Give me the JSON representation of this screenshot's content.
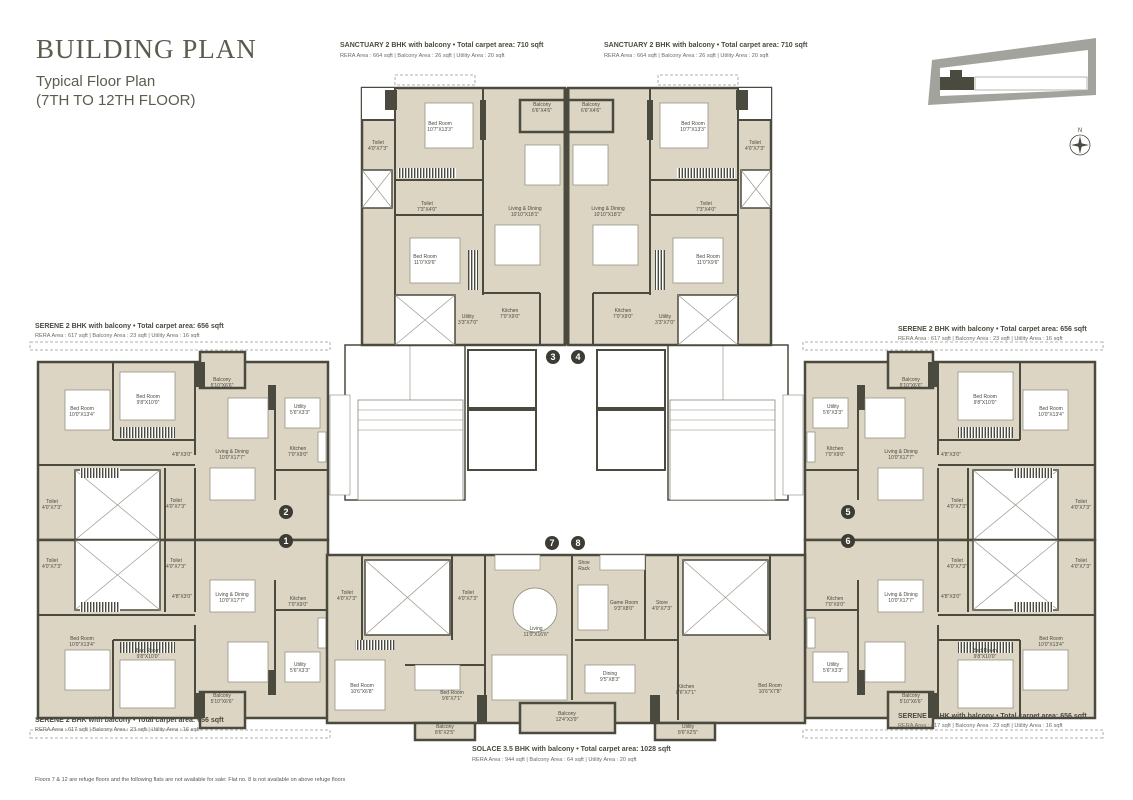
{
  "header": {
    "title": "BUILDING PLAN",
    "subtitle_line1": "Typical Floor Plan",
    "subtitle_line2": "(7TH TO 12TH FLOOR)"
  },
  "units": {
    "sanctuary_left": {
      "caption": "SANCTUARY 2 BHK with balcony • Total carpet area: 710 sqft",
      "rera": "RERA Area : 664 sqft | Balcony Area : 26 sqft | Utility Area : 20 sqft"
    },
    "sanctuary_right": {
      "caption": "SANCTUARY 2 BHK with balcony • Total carpet area: 710 sqft",
      "rera": "RERA Area : 664 sqft | Balcony Area : 26 sqft | Utility Area : 20 sqft"
    },
    "serene_top_left": {
      "caption": "SERENE 2 BHK with balcony • Total carpet area: 656 sqft",
      "rera": "RERA Area : 617 sqft | Balcony Area : 23 sqft | Utility Area : 16 sqft"
    },
    "serene_top_right": {
      "caption": "SERENE 2 BHK with balcony • Total carpet area: 656 sqft",
      "rera": "RERA Area : 617 sqft | Balcony Area : 23 sqft | Utility Area : 16 sqft"
    },
    "serene_bottom_left": {
      "caption": "SERENE 2 BHK with balcony • Total carpet area: 656 sqft",
      "rera": "RERA Area : 617 sqft | Balcony Area : 23 sqft | Utility Area : 16 sqft"
    },
    "serene_bottom_right": {
      "caption": "SERENE 2 BHK with balcony • Total carpet area: 656 sqft",
      "rera": "RERA Area : 617 sqft | Balcony Area : 23 sqft | Utility Area : 16 sqft"
    },
    "solace": {
      "caption": "SOLACE 3.5 BHK  with balcony • Total carpet area: 1028 sqft",
      "rera": "RERA Area : 944 sqft | Balcony Area : 64 sqft | Utility Area : 20 sqft"
    }
  },
  "rooms": {
    "sanctuary": {
      "bed1": [
        "Bed Room",
        "10'7\"X13'3\""
      ],
      "toilet1": [
        "Toilet",
        "4'0\"X7'3\""
      ],
      "toilet2": [
        "Toilet",
        "7'3\"X4'0\""
      ],
      "bed2": [
        "Bed Room",
        "11'0\"X9'6\""
      ],
      "balcony": [
        "Balcony",
        "6'6\"X4'6\""
      ],
      "living": [
        "Living & Dining",
        "10'10\"X18'1\""
      ],
      "kitchen": [
        "Kitchen",
        "7'0\"X9'0\""
      ],
      "utility": [
        "Utility",
        "3'3\"X7'0\""
      ]
    },
    "serene": {
      "bed1": [
        "Bed Room",
        "10'0\"X13'4\""
      ],
      "bed2": [
        "Bed Room",
        "9'8\"X10'0\""
      ],
      "balcony": [
        "Balcony",
        "5'10\"X6'6\""
      ],
      "living": [
        "Living & Dining",
        "10'0\"X17'7\""
      ],
      "kitchen": [
        "Kitchen",
        "7'0\"X9'0\""
      ],
      "utility": [
        "Utility",
        "5'6\"X3'3\""
      ],
      "passage": [
        "4'8\"X3'0\""
      ],
      "toilet1": [
        "Toilet",
        "4'0\"X7'3\""
      ],
      "toilet2": [
        "Toilet",
        "4'0\"X7'3\""
      ]
    },
    "solace": {
      "toilet1": [
        "Toilet",
        "4'0\"X7'3\""
      ],
      "toilet2": [
        "Toilet",
        "4'0\"X7'3\""
      ],
      "bed1": [
        "Bed Room",
        "10'6\"X6'8\""
      ],
      "bed2": [
        "Bed Room",
        "9'6\"X7'1\""
      ],
      "balcony1": [
        "Balcony",
        "8'6\"X2'5\""
      ],
      "living": [
        "Living",
        "11'0\"X16'6\""
      ],
      "balcony2": [
        "Balcony",
        "12'4\"X3'9\""
      ],
      "shoe_rack": [
        "Shoe",
        "Rack"
      ],
      "game_room": [
        "Game Room",
        "9'3\"X8'0\""
      ],
      "store": [
        "Store",
        "4'0\"X7'3\""
      ],
      "dining": [
        "Dining",
        "9'5\"X8'3\""
      ],
      "kitchen": [
        "Kitchen",
        "8'6\"X7'1\""
      ],
      "utility": [
        "Utility",
        "8'6\"X2'5\""
      ],
      "bed3": [
        "Bed Room",
        "10'6\"X7'8\""
      ]
    }
  },
  "flat_numbers": [
    "1",
    "2",
    "3",
    "4",
    "5",
    "6",
    "7",
    "8"
  ],
  "key_plan": {
    "north_label": "N"
  },
  "footnote": "Floors 7 & 12 are refuge floors and the following flats are not available for sale: Flat no. 8 is not available on above refuge floors",
  "colors": {
    "room_fill": "#dcd5c4",
    "wall": "#4b4a3f",
    "title": "#5b5c4e"
  }
}
